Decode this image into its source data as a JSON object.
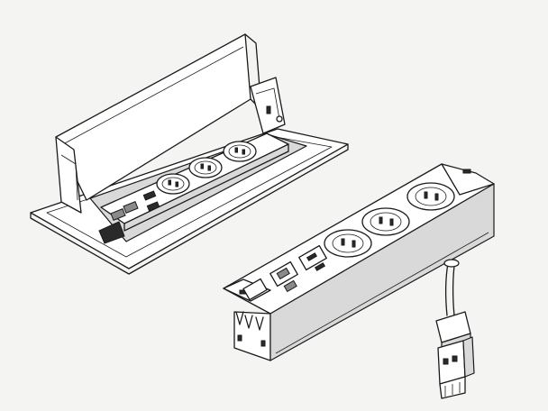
{
  "illustration": {
    "background": "#f4f4f2",
    "line_color": "#1a1a1a",
    "objects": [
      {
        "id": "flip-up-desk-box",
        "sockets": 3,
        "data_ports": 4
      },
      {
        "id": "socket-power-strip",
        "sockets": 3,
        "usb_ports": 2,
        "data_ports": 2,
        "has_cable_connector": true
      }
    ]
  }
}
